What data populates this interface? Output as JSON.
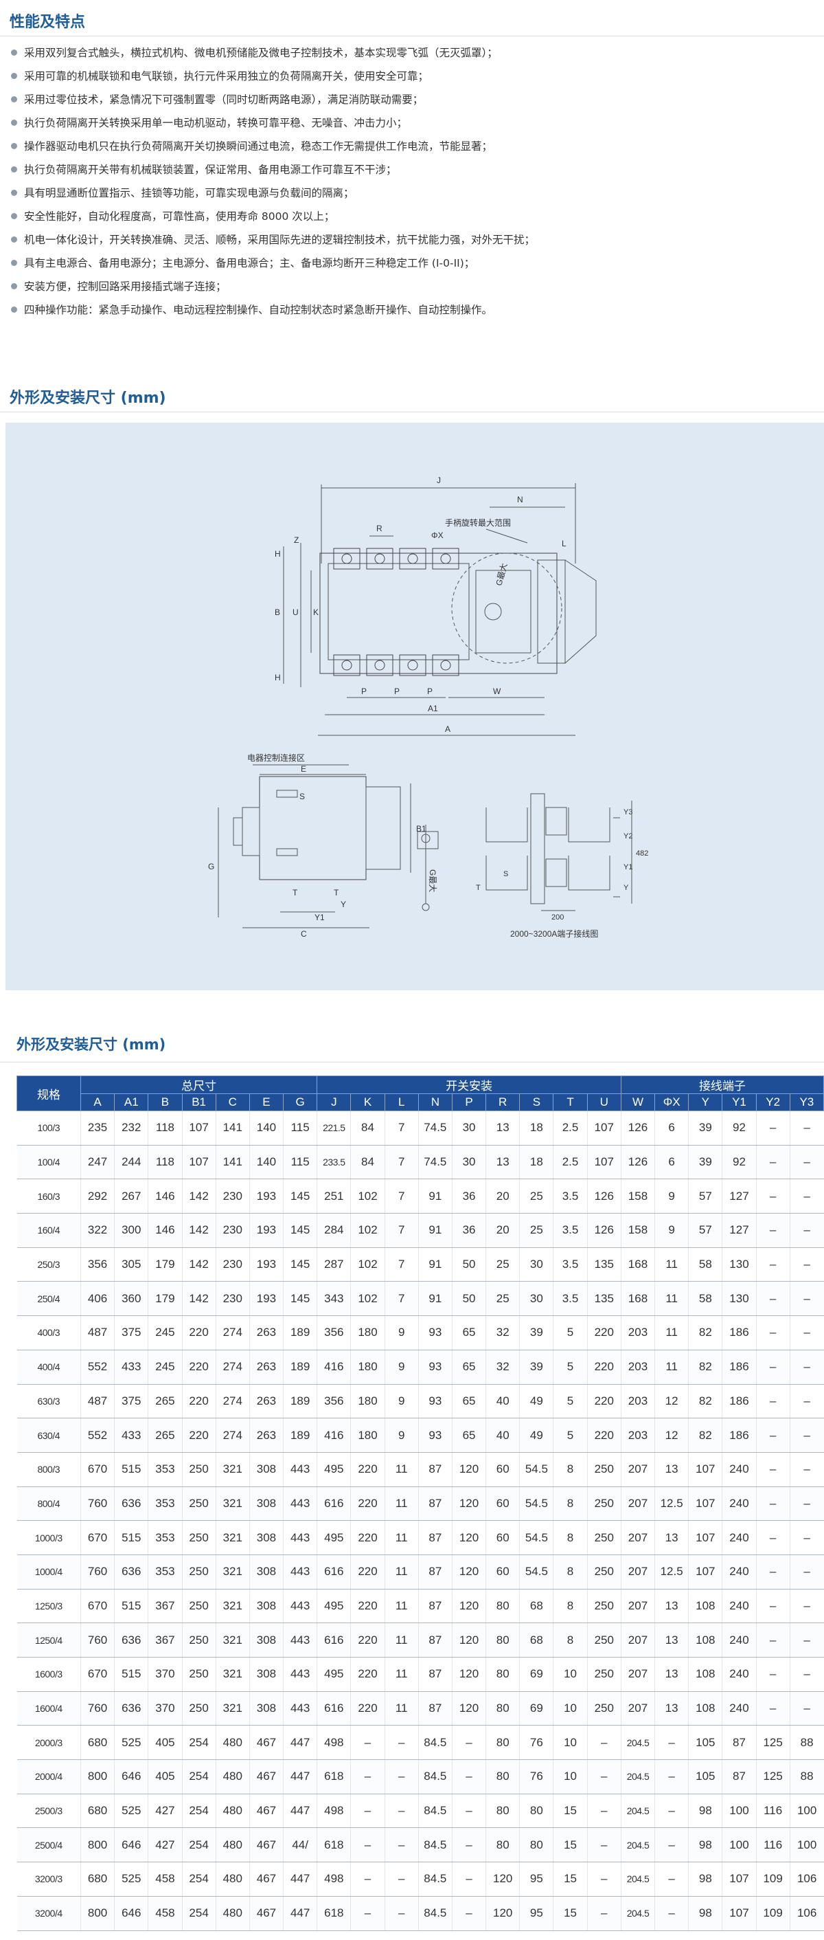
{
  "features": {
    "title": "性能及特点",
    "items": [
      "采用双列复合式触头，横拉式机构、微电机预储能及微电子控制技术，基本实现零飞弧（无灭弧罩）；",
      "采用可靠的机械联锁和电气联锁，执行元件采用独立的负荷隔离开关，使用安全可靠；",
      "采用过零位技术，紧急情况下可强制置零（同时切断两路电源），满足消防联动需要；",
      "执行负荷隔离开关转换采用单一电动机驱动，转换可靠平稳、无噪音、冲击力小；",
      "操作器驱动电机只在执行负荷隔离开关切换瞬间通过电流，稳态工作无需提供工作电流，节能显著；",
      "执行负荷隔离开关带有机械联锁装置，保证常用、备用电源工作可靠互不干涉；",
      "具有明显通断位置指示、挂锁等功能，可靠实现电源与负载间的隔离；",
      "安全性能好，自动化程度高，可靠性高，使用寿命 8000 次以上；",
      "机电一体化设计，开关转换准确、灵活、顺畅，采用国际先进的逻辑控制技术，抗干扰能力强，对外无干扰；",
      "具有主电源合、备用电源分；主电源分、备用电源合；主、备电源均断开三种稳定工作 (I-0-II)；",
      "安装方便，控制回路采用接插式端子连接；",
      "四种操作功能：紧急手动操作、电动远程控制操作、自动控制状态时紧急断开操作、自动控制操作。"
    ]
  },
  "drawing": {
    "title": "外形及安装尺寸 (mm)",
    "labels": {
      "J": "J",
      "N": "N",
      "R": "R",
      "phiX": "ΦX",
      "handle": "手柄旋转最大范围",
      "G_max": "G最大",
      "L": "L",
      "H1": "H",
      "Z": "Z",
      "B": "B",
      "U": "U",
      "K": "K",
      "H2": "H",
      "P1": "P",
      "P2": "P",
      "P3": "P",
      "W": "W",
      "A1": "A1",
      "A": "A",
      "ctrl_area": "电器控制连接区",
      "E": "E",
      "S": "S",
      "B1": "B1",
      "G": "G",
      "T1": "T",
      "T2": "T",
      "Y": "Y",
      "Y1": "Y1",
      "C": "C",
      "G_max2": "G最大",
      "Y3": "Y3",
      "Y2": "Y2",
      "d482": "482",
      "Y1b": "Y1",
      "Yb": "Y",
      "Sb": "S",
      "Tb": "T",
      "d200": "200",
      "terminal_caption": "2000~3200A端子接线图"
    }
  },
  "table": {
    "title": "外形及安装尺寸 (mm)",
    "group_headers": {
      "spec": "规格",
      "overall": "总尺寸",
      "mounting": "开关安装",
      "terminal": "接线端子"
    },
    "columns": [
      "A",
      "A1",
      "B",
      "B1",
      "C",
      "E",
      "G",
      "J",
      "K",
      "L",
      "N",
      "P",
      "R",
      "S",
      "T",
      "U",
      "W",
      "ΦX",
      "Y",
      "Y1",
      "Y2",
      "Y3"
    ],
    "rows": [
      [
        "100/3",
        "235",
        "232",
        "118",
        "107",
        "141",
        "140",
        "115",
        "221.5",
        "84",
        "7",
        "74.5",
        "30",
        "13",
        "18",
        "2.5",
        "107",
        "126",
        "6",
        "39",
        "92",
        "–",
        "–"
      ],
      [
        "100/4",
        "247",
        "244",
        "118",
        "107",
        "141",
        "140",
        "115",
        "233.5",
        "84",
        "7",
        "74.5",
        "30",
        "13",
        "18",
        "2.5",
        "107",
        "126",
        "6",
        "39",
        "92",
        "–",
        "–"
      ],
      [
        "160/3",
        "292",
        "267",
        "146",
        "142",
        "230",
        "193",
        "145",
        "251",
        "102",
        "7",
        "91",
        "36",
        "20",
        "25",
        "3.5",
        "126",
        "158",
        "9",
        "57",
        "127",
        "–",
        "–"
      ],
      [
        "160/4",
        "322",
        "300",
        "146",
        "142",
        "230",
        "193",
        "145",
        "284",
        "102",
        "7",
        "91",
        "36",
        "20",
        "25",
        "3.5",
        "126",
        "158",
        "9",
        "57",
        "127",
        "–",
        "–"
      ],
      [
        "250/3",
        "356",
        "305",
        "179",
        "142",
        "230",
        "193",
        "145",
        "287",
        "102",
        "7",
        "91",
        "50",
        "25",
        "30",
        "3.5",
        "135",
        "168",
        "11",
        "58",
        "130",
        "–",
        "–"
      ],
      [
        "250/4",
        "406",
        "360",
        "179",
        "142",
        "230",
        "193",
        "145",
        "343",
        "102",
        "7",
        "91",
        "50",
        "25",
        "30",
        "3.5",
        "135",
        "168",
        "11",
        "58",
        "130",
        "–",
        "–"
      ],
      [
        "400/3",
        "487",
        "375",
        "245",
        "220",
        "274",
        "263",
        "189",
        "356",
        "180",
        "9",
        "93",
        "65",
        "32",
        "39",
        "5",
        "220",
        "203",
        "11",
        "82",
        "186",
        "–",
        "–"
      ],
      [
        "400/4",
        "552",
        "433",
        "245",
        "220",
        "274",
        "263",
        "189",
        "416",
        "180",
        "9",
        "93",
        "65",
        "32",
        "39",
        "5",
        "220",
        "203",
        "11",
        "82",
        "186",
        "–",
        "–"
      ],
      [
        "630/3",
        "487",
        "375",
        "265",
        "220",
        "274",
        "263",
        "189",
        "356",
        "180",
        "9",
        "93",
        "65",
        "40",
        "49",
        "5",
        "220",
        "203",
        "12",
        "82",
        "186",
        "–",
        "–"
      ],
      [
        "630/4",
        "552",
        "433",
        "265",
        "220",
        "274",
        "263",
        "189",
        "416",
        "180",
        "9",
        "93",
        "65",
        "40",
        "49",
        "5",
        "220",
        "203",
        "12",
        "82",
        "186",
        "–",
        "–"
      ],
      [
        "800/3",
        "670",
        "515",
        "353",
        "250",
        "321",
        "308",
        "443",
        "495",
        "220",
        "11",
        "87",
        "120",
        "60",
        "54.5",
        "8",
        "250",
        "207",
        "13",
        "107",
        "240",
        "–",
        "–"
      ],
      [
        "800/4",
        "760",
        "636",
        "353",
        "250",
        "321",
        "308",
        "443",
        "616",
        "220",
        "11",
        "87",
        "120",
        "60",
        "54.5",
        "8",
        "250",
        "207",
        "12.5",
        "107",
        "240",
        "–",
        "–"
      ],
      [
        "1000/3",
        "670",
        "515",
        "353",
        "250",
        "321",
        "308",
        "443",
        "495",
        "220",
        "11",
        "87",
        "120",
        "60",
        "54.5",
        "8",
        "250",
        "207",
        "13",
        "107",
        "240",
        "–",
        "–"
      ],
      [
        "1000/4",
        "760",
        "636",
        "353",
        "250",
        "321",
        "308",
        "443",
        "616",
        "220",
        "11",
        "87",
        "120",
        "60",
        "54.5",
        "8",
        "250",
        "207",
        "12.5",
        "107",
        "240",
        "–",
        "–"
      ],
      [
        "1250/3",
        "670",
        "515",
        "367",
        "250",
        "321",
        "308",
        "443",
        "495",
        "220",
        "11",
        "87",
        "120",
        "80",
        "68",
        "8",
        "250",
        "207",
        "13",
        "108",
        "240",
        "–",
        "–"
      ],
      [
        "1250/4",
        "760",
        "636",
        "367",
        "250",
        "321",
        "308",
        "443",
        "616",
        "220",
        "11",
        "87",
        "120",
        "80",
        "68",
        "8",
        "250",
        "207",
        "13",
        "108",
        "240",
        "–",
        "–"
      ],
      [
        "1600/3",
        "670",
        "515",
        "370",
        "250",
        "321",
        "308",
        "443",
        "495",
        "220",
        "11",
        "87",
        "120",
        "80",
        "69",
        "10",
        "250",
        "207",
        "13",
        "108",
        "240",
        "–",
        "–"
      ],
      [
        "1600/4",
        "760",
        "636",
        "370",
        "250",
        "321",
        "308",
        "443",
        "616",
        "220",
        "11",
        "87",
        "120",
        "80",
        "69",
        "10",
        "250",
        "207",
        "13",
        "108",
        "240",
        "–",
        "–"
      ],
      [
        "2000/3",
        "680",
        "525",
        "405",
        "254",
        "480",
        "467",
        "447",
        "498",
        "–",
        "–",
        "84.5",
        "–",
        "80",
        "76",
        "10",
        "–",
        "204.5",
        "–",
        "105",
        "87",
        "125",
        "88"
      ],
      [
        "2000/4",
        "800",
        "646",
        "405",
        "254",
        "480",
        "467",
        "447",
        "618",
        "–",
        "–",
        "84.5",
        "–",
        "80",
        "76",
        "10",
        "–",
        "204.5",
        "–",
        "105",
        "87",
        "125",
        "88"
      ],
      [
        "2500/3",
        "680",
        "525",
        "427",
        "254",
        "480",
        "467",
        "447",
        "498",
        "–",
        "–",
        "84.5",
        "–",
        "80",
        "80",
        "15",
        "–",
        "204.5",
        "–",
        "98",
        "100",
        "116",
        "100"
      ],
      [
        "2500/4",
        "800",
        "646",
        "427",
        "254",
        "480",
        "467",
        "44/",
        "618",
        "–",
        "–",
        "84.5",
        "–",
        "80",
        "80",
        "15",
        "–",
        "204.5",
        "–",
        "98",
        "100",
        "116",
        "100"
      ],
      [
        "3200/3",
        "680",
        "525",
        "458",
        "254",
        "480",
        "467",
        "447",
        "498",
        "–",
        "–",
        "84.5",
        "–",
        "120",
        "95",
        "15",
        "–",
        "204.5",
        "–",
        "98",
        "107",
        "109",
        "106"
      ],
      [
        "3200/4",
        "800",
        "646",
        "458",
        "254",
        "480",
        "467",
        "447",
        "618",
        "–",
        "–",
        "84.5",
        "–",
        "120",
        "95",
        "15",
        "–",
        "204.5",
        "–",
        "98",
        "107",
        "109",
        "106"
      ]
    ]
  }
}
